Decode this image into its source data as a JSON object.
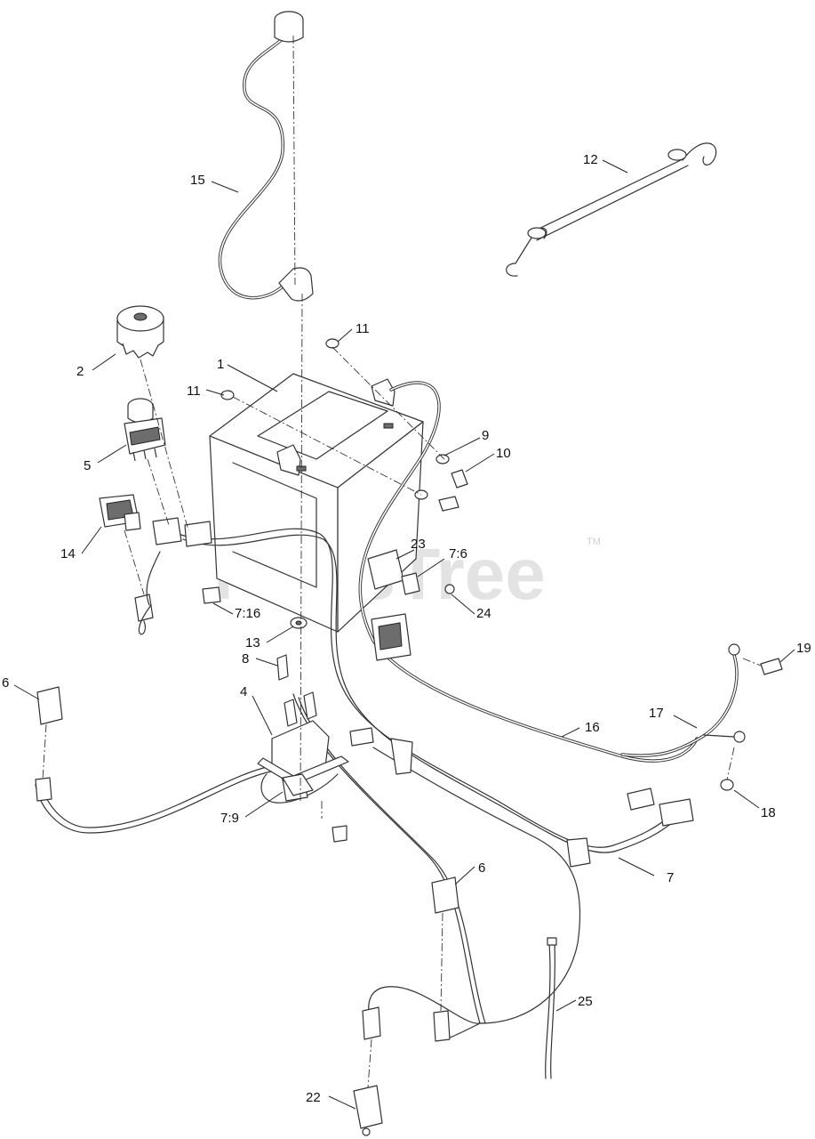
{
  "watermark": {
    "text": "PartsTree",
    "trademark": "TM"
  },
  "callouts": {
    "c1": "1",
    "c2": "2",
    "c4": "4",
    "c5": "5",
    "c6a": "6",
    "c6b": "6",
    "c7": "7",
    "c7_6": "7:6",
    "c7_9": "7:9",
    "c7_16": "7:16",
    "c8": "8",
    "c9": "9",
    "c10": "10",
    "c11a": "11",
    "c11b": "11",
    "c12": "12",
    "c13": "13",
    "c14": "14",
    "c15": "15",
    "c16": "16",
    "c17": "17",
    "c18": "18",
    "c19": "19",
    "c22": "22",
    "c23": "23",
    "c24": "24",
    "c25": "25"
  }
}
